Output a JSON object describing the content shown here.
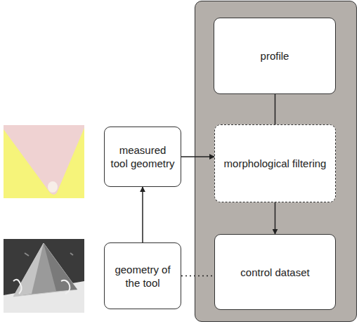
{
  "diagram": {
    "nodes": [
      {
        "text": [
          "profile"
        ]
      },
      {
        "text": [
          "measured tool geometry"
        ]
      },
      {
        "text": [
          "morphological filtering"
        ]
      },
      {
        "text": [
          "geometry of the tool"
        ]
      },
      {
        "text": [
          "control dataset"
        ]
      }
    ],
    "edges": [
      {
        "from": 3,
        "to": 1,
        "arrow": "to"
      },
      {
        "from": 1,
        "to": 2,
        "arrow": "to"
      },
      {
        "from": 0,
        "to": 2,
        "arrow": "none"
      },
      {
        "from": 2,
        "to": 4,
        "arrow": "to"
      },
      {
        "from": 3,
        "to": 4,
        "arrow": "none"
      }
    ]
  }
}
